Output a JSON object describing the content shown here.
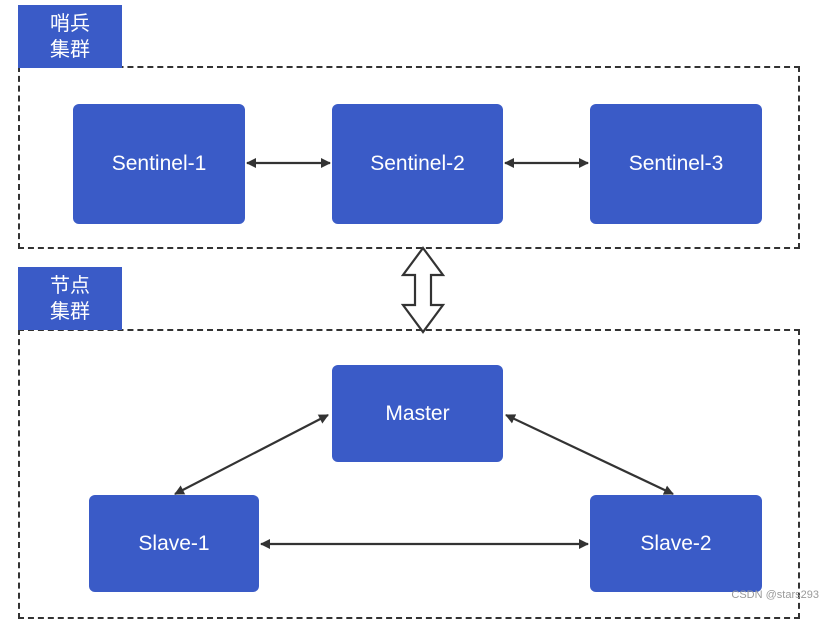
{
  "groups": {
    "sentinel": {
      "tag_line1": "哨兵",
      "tag_line2": "集群"
    },
    "nodes": {
      "tag_line1": "节点",
      "tag_line2": "集群"
    }
  },
  "nodes": {
    "sentinel1": "Sentinel-1",
    "sentinel2": "Sentinel-2",
    "sentinel3": "Sentinel-3",
    "master": "Master",
    "slave1": "Slave-1",
    "slave2": "Slave-2"
  },
  "colors": {
    "node_fill": "#3a5bc7",
    "line": "#333333"
  },
  "watermark": "CSDN @stars293"
}
